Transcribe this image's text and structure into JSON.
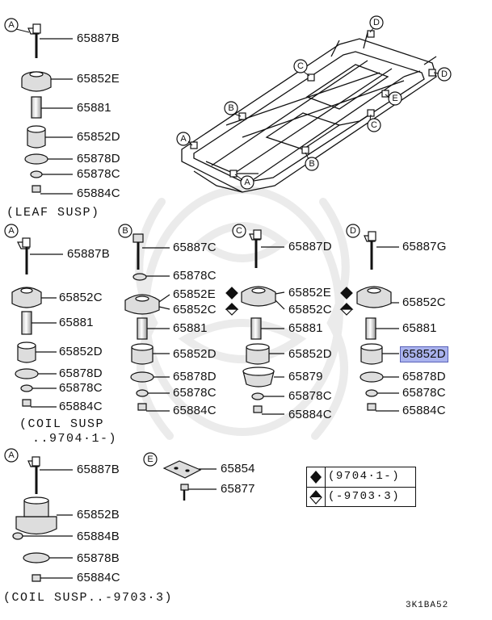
{
  "sheet_code": "3K1BA52",
  "legend": [
    {
      "symbol": "filled-diamond",
      "text": "(9704·1-)"
    },
    {
      "symbol": "half-diamond",
      "text": "(-9703·3)"
    }
  ],
  "frame_markers": [
    "A",
    "B",
    "C",
    "D",
    "E"
  ],
  "groups": {
    "leaf": {
      "marker": "A",
      "note": "(LEAF SUSP)",
      "parts": [
        "65887B",
        "65852E",
        "65881",
        "65852D",
        "65878D",
        "65878C",
        "65884C"
      ]
    },
    "coil_a": {
      "marker": "A",
      "note_1": "(COIL SUSP",
      "note_2": "..9704·1-)",
      "parts": [
        "65887B",
        "65852C",
        "65881",
        "65852D",
        "65878D",
        "65878C",
        "65884C"
      ]
    },
    "coil_b": {
      "marker": "B",
      "parts": [
        "65887C",
        "65878C",
        "65852E",
        "65852C",
        "65881",
        "65852D",
        "65878D",
        "65878C",
        "65884C"
      ]
    },
    "coil_c": {
      "marker": "C",
      "parts": [
        "65887D",
        "65852E",
        "65852C",
        "65881",
        "65852D",
        "65879",
        "65878C",
        "65884C"
      ]
    },
    "coil_d": {
      "marker": "D",
      "parts": [
        "65887G",
        "65852C",
        "65881",
        "65852D",
        "65878D",
        "65878C",
        "65884C"
      ]
    },
    "old_coil": {
      "marker": "A",
      "note": "(COIL SUSP..-9703·3)",
      "parts": [
        "65887B",
        "65852B",
        "65884B",
        "65878B",
        "65884C"
      ]
    },
    "e_group": {
      "marker": "E",
      "parts": [
        "65854",
        "65877"
      ]
    }
  },
  "highlight_part": "65852D",
  "colors": {
    "ink": "#111111",
    "highlight": "#aab3ee",
    "watermark": "#e9e9e9"
  }
}
